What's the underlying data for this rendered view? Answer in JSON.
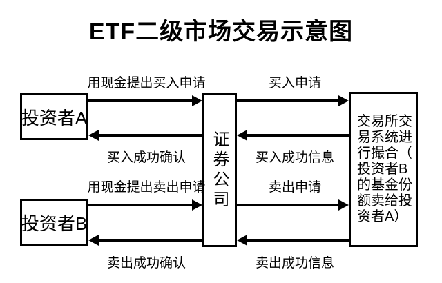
{
  "title": "ETF二级市场交易示意图",
  "colors": {
    "line": "#000000",
    "background": "#ffffff",
    "text": "#000000"
  },
  "nodes": {
    "investor_a": {
      "label": "投资者A"
    },
    "investor_b": {
      "label": "投资者B"
    },
    "securities": {
      "label": "证券公司"
    },
    "exchange": {
      "label": "交易所交易系统进行撮合（投资者B的基金份额卖给投资者A）",
      "lines": [
        "交易所交",
        "易系统进",
        "行撮合（",
        "投资者B",
        "的基金份",
        "额卖给投",
        "资者A）"
      ]
    }
  },
  "flows": [
    {
      "label": "用现金提出买入申请",
      "from": "investor_a",
      "to": "securities",
      "direction": "right"
    },
    {
      "label": "买入申请",
      "from": "securities",
      "to": "exchange",
      "direction": "right"
    },
    {
      "label": "买入成功确认",
      "from": "securities",
      "to": "investor_a",
      "direction": "left"
    },
    {
      "label": "买入成功信息",
      "from": "exchange",
      "to": "securities",
      "direction": "left"
    },
    {
      "label": "用现金提出卖出申请",
      "from": "investor_b",
      "to": "securities",
      "direction": "right"
    },
    {
      "label": "卖出申请",
      "from": "securities",
      "to": "exchange",
      "direction": "right"
    },
    {
      "label": "卖出成功确认",
      "from": "securities",
      "to": "investor_b",
      "direction": "left"
    },
    {
      "label": "卖出成功信息",
      "from": "exchange",
      "to": "securities",
      "direction": "left"
    }
  ]
}
